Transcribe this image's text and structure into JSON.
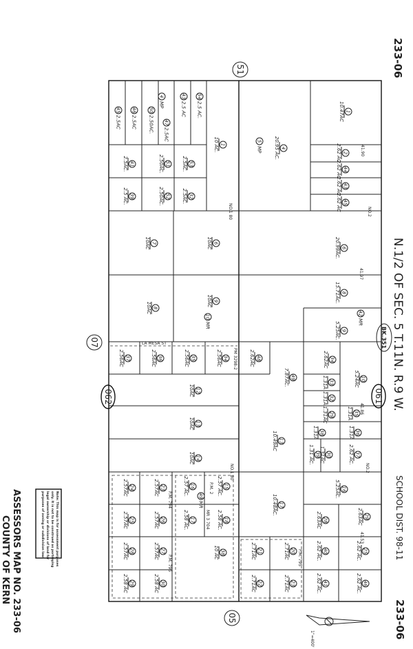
{
  "header": {
    "map_number_top": "233-06",
    "title": "N.1/2 OF SEC. 5 T.11N. R.9 W.",
    "school_district": "SCHOOL DIST. 98-11",
    "map_number_bottom": "233-06"
  },
  "adjacent_maps": {
    "north": "51",
    "west": "07",
    "sw": "062",
    "book": "BK.351",
    "se": "061",
    "south": "05"
  },
  "dimensions": [
    "41.90",
    "NO.2",
    "41.97",
    "NO.1 80",
    "41.86",
    "NO.2",
    "41.53",
    "NO.1 80"
  ],
  "streets": {
    "la_mesa": "LA MESA ST",
    "pm3298": "PM 3298-2",
    "pm794": "P.M. 794",
    "pm796": "P.M. 796",
    "pm795": "P.M. 795",
    "mr3": "MR 3 704",
    "pm2": "P.M. 2"
  },
  "scale": "1\"=400'",
  "note": [
    "Note: This map is for assessment purposes",
    "only. It is not to be construed as portraying",
    "legal ownership or divisions of land for",
    "purposes of zoning or subdivision law."
  ],
  "footer": {
    "map_label": "ASSESSORS MAP NO. 233-06",
    "county": "COUNTY OF KERN"
  },
  "parcels": [
    {
      "n": "54",
      "a": "2.5 AC."
    },
    {
      "n": "43",
      "a": "2.5 AC"
    },
    {
      "n": "4",
      "a": "MP"
    },
    {
      "n": "47",
      "a": "2.5AC"
    },
    {
      "n": "50",
      "a": "2.50AC."
    },
    {
      "n": "46",
      "a": "2.5AC"
    },
    {
      "n": "45",
      "a": "2.5AC"
    },
    {
      "n": "1",
      "a": "10.47AC"
    },
    {
      "n": "1",
      "a": "10 AC."
    },
    {
      "n": "4",
      "a": "20.95 AC."
    },
    {
      "n": "5",
      "a": "MP"
    },
    {
      "n": "2",
      "a": "2.62 AC"
    },
    {
      "n": "44",
      "a": "2.62 AC"
    },
    {
      "n": "43",
      "a": "2.62 AC"
    },
    {
      "n": "45",
      "a": "2.62 AC"
    },
    {
      "n": "53",
      "a": "2.5AC."
    },
    {
      "n": "51",
      "a": "2.50AC."
    },
    {
      "n": "41",
      "a": "2.5AC."
    },
    {
      "n": "32",
      "a": "2.5AC."
    },
    {
      "n": "52",
      "a": "2.50AC."
    },
    {
      "n": "39",
      "a": "2.5 AC."
    },
    {
      "n": "7",
      "a": "10AC"
    },
    {
      "n": "6",
      "a": "10AC"
    },
    {
      "n": "6",
      "a": "20.99AC."
    },
    {
      "n": "8",
      "a": "10AC"
    },
    {
      "n": "9",
      "a": "10AC"
    },
    {
      "n": "10",
      "a": "MR"
    },
    {
      "n": "8",
      "a": "15.71AC."
    },
    {
      "n": "42",
      "a": "MR"
    },
    {
      "n": "9",
      "a": "5.25AC."
    },
    {
      "n": "37",
      "a": "2.56AC"
    },
    {
      "n": "36",
      "a": "2.56AC"
    },
    {
      "n": "35",
      "a": "2.56AC"
    },
    {
      "n": "34",
      "a": "2.56AC"
    },
    {
      "n": "48",
      "a": "2.62AC"
    },
    {
      "n": "49",
      "a": "7.87AC."
    },
    {
      "n": "34",
      "a": "2.62AC"
    },
    {
      "n": "10",
      "a": "5.24AC"
    },
    {
      "n": "33",
      "a": "1.31A"
    },
    {
      "n": "32",
      "a": "1.31A"
    },
    {
      "n": "29",
      "a": "1.31AC"
    },
    {
      "n": "35",
      "a": "1.31A"
    },
    {
      "n": "12",
      "a": "10AC"
    },
    {
      "n": "13",
      "a": "10AC"
    },
    {
      "n": "13",
      "a": "10.49AC"
    },
    {
      "n": "38",
      "a": "1.31A"
    },
    {
      "n": "36",
      "a": "1.31A"
    },
    {
      "n": "39",
      "a": "1.31 AC."
    },
    {
      "n": "30",
      "a": "1.31AC"
    },
    {
      "n": "37",
      "a": "2.62 AC."
    },
    {
      "n": "14",
      "a": "10AC"
    },
    {
      "n": "16",
      "a": "5.25AC."
    },
    {
      "n": "24",
      "a": "2.57AC"
    },
    {
      "n": "23",
      "a": "2.57AC"
    },
    {
      "n": "16",
      "a": "2.57 AC."
    },
    {
      "n": "15",
      "a": "2.57 AC."
    },
    {
      "n": "49",
      "a": "MR"
    },
    {
      "n": "17",
      "a": "10.48AC."
    },
    {
      "n": "28",
      "a": "2.63AC"
    },
    {
      "n": "29",
      "a": "2.63AC"
    },
    {
      "n": "25",
      "a": "2.57AC"
    },
    {
      "n": "26",
      "a": "2.57AC"
    },
    {
      "n": "17",
      "a": "2.58 AC."
    },
    {
      "n": "18",
      "a": "2.58 AC."
    },
    {
      "n": "28",
      "a": "2.57AC"
    },
    {
      "n": "27",
      "a": "2.57AC"
    },
    {
      "n": "38",
      "a": "10 AC"
    },
    {
      "n": "21",
      "a": "2.71AC"
    },
    {
      "n": "20",
      "a": "2.71AC"
    },
    {
      "n": "40",
      "a": "2.62 AC."
    },
    {
      "n": "25",
      "a": "2.62 AC."
    },
    {
      "n": "29",
      "a": "2.58 AC"
    },
    {
      "n": "30",
      "a": "2.58 AC"
    },
    {
      "n": "22",
      "a": "2.71AC"
    },
    {
      "n": "23",
      "a": "2.71AC"
    },
    {
      "n": "41",
      "a": "2.62 AC."
    },
    {
      "n": "46",
      "a": "2.62 AC."
    }
  ]
}
